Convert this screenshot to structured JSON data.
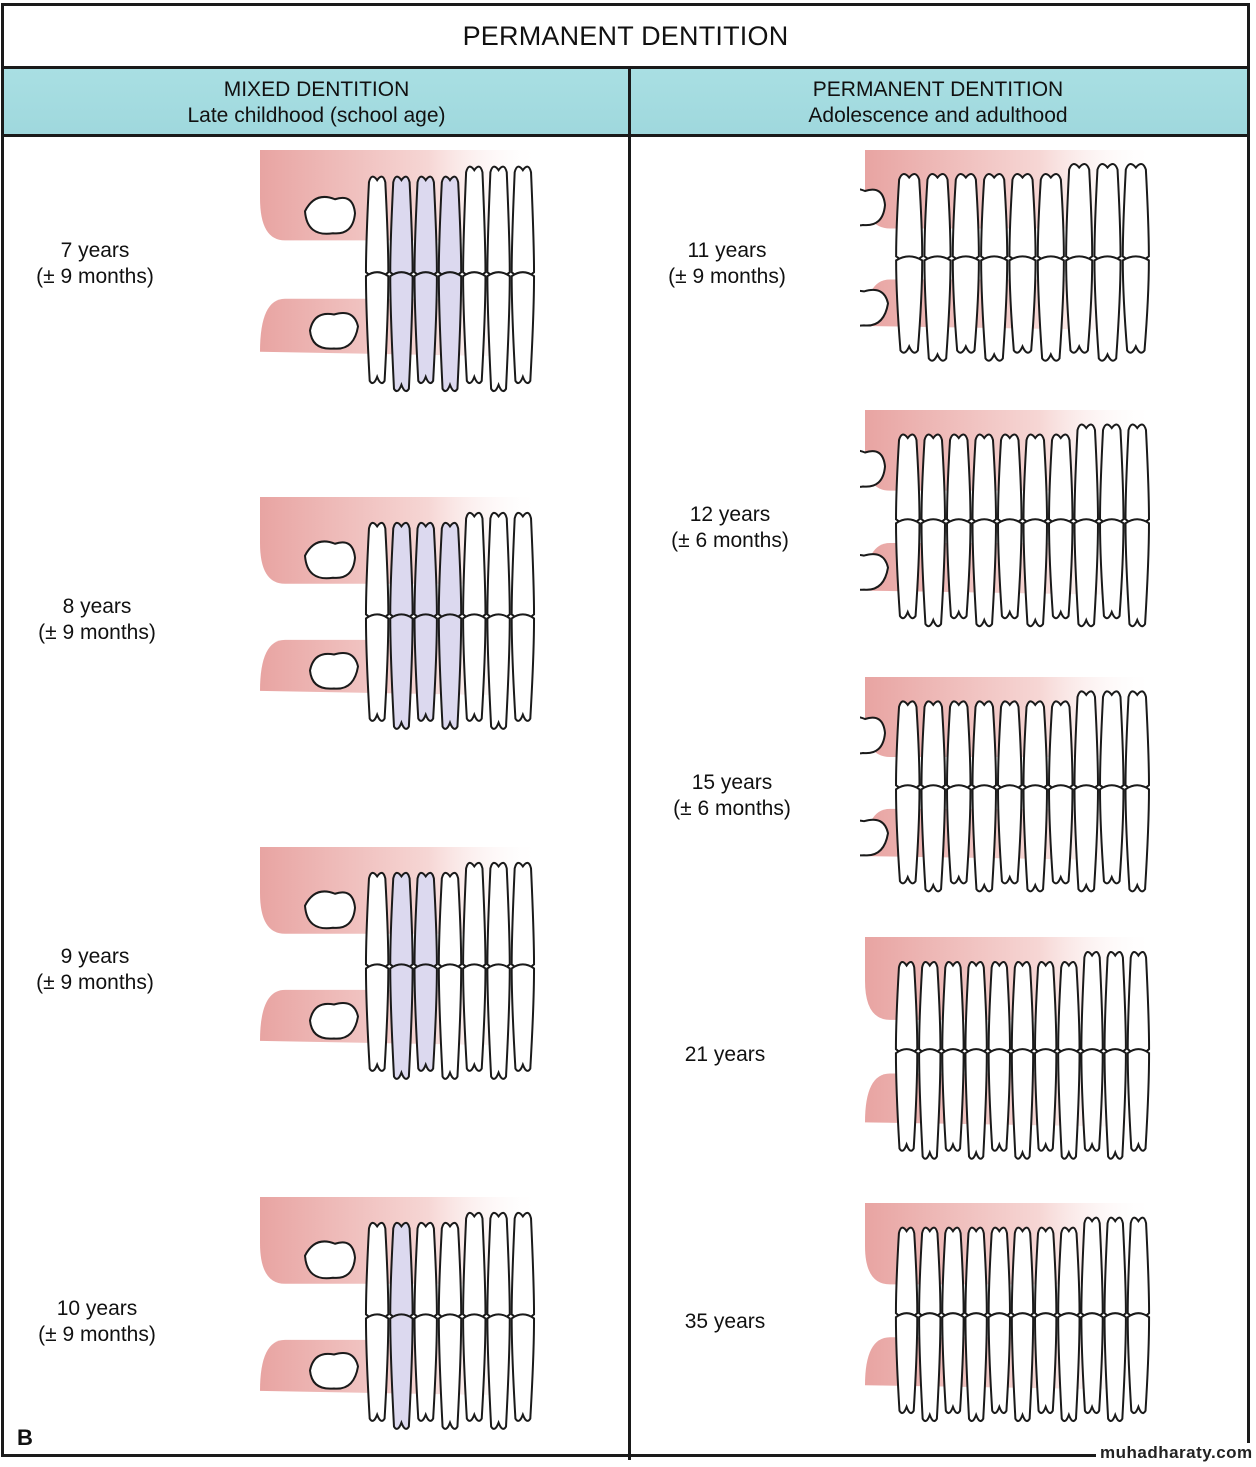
{
  "title": "PERMANENT DENTITION",
  "columns": [
    {
      "heading": "MIXED DENTITION",
      "subheading": "Late childhood (school age)"
    },
    {
      "heading": "PERMANENT DENTITION",
      "subheading": "Adolescence and adulthood"
    }
  ],
  "mixed_stages": [
    {
      "age": "7 years",
      "range": "(± 9 months)"
    },
    {
      "age": "8 years",
      "range": "(± 9 months)"
    },
    {
      "age": "9 years",
      "range": "(± 9 months)"
    },
    {
      "age": "10 years",
      "range": "(± 9 months)"
    }
  ],
  "permanent_stages": [
    {
      "age": "11 years",
      "range": "(± 9 months)"
    },
    {
      "age": "12 years",
      "range": "(± 6 months)"
    },
    {
      "age": "15 years",
      "range": "(± 6 months)"
    },
    {
      "age": "21 years",
      "range": ""
    },
    {
      "age": "35 years",
      "range": ""
    }
  ],
  "figure_label": "B",
  "watermark": "muhadharaty.com",
  "colors": {
    "header_bg": "#a9dfe3",
    "gum": "#e8a4a2",
    "primary_tooth": "#dcd9ef",
    "outline": "#1a1a1a"
  }
}
